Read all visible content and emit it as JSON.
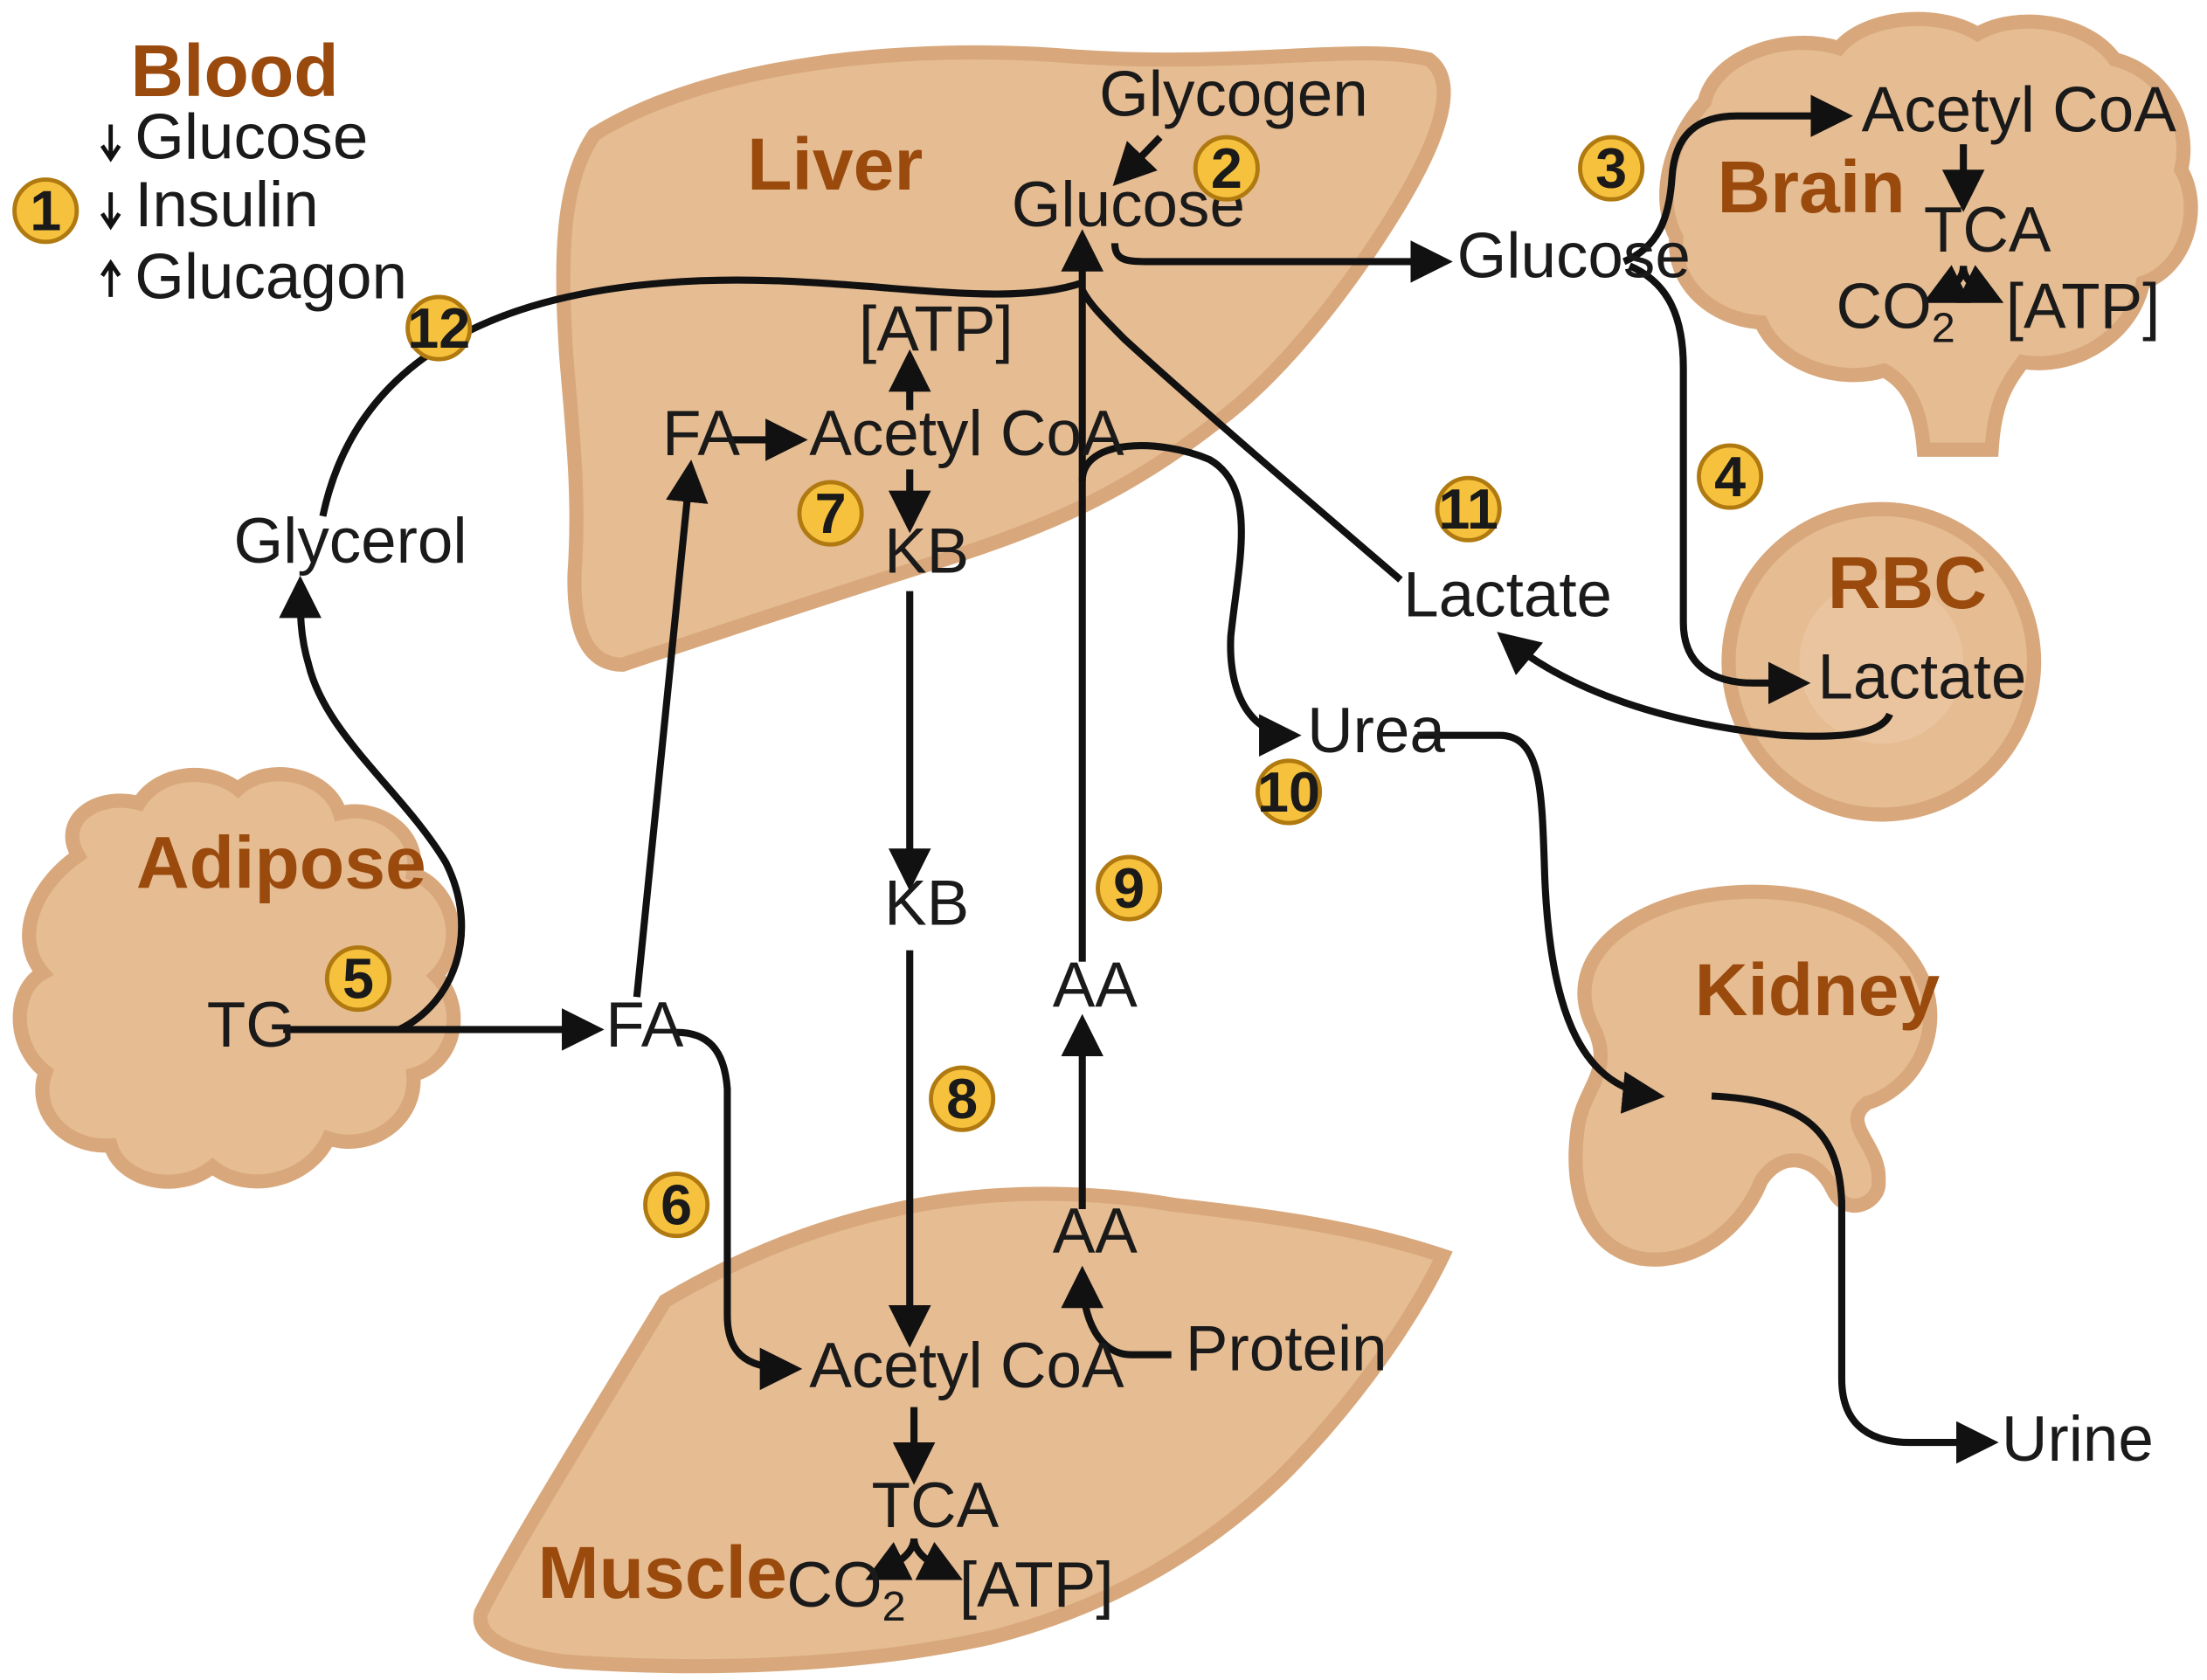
{
  "colors": {
    "tissue_fill": "#e6bc92",
    "tissue_edge": "#d8a87c",
    "organ_label": "#9a4a0c",
    "badge_fill": "#f6c23e",
    "badge_stroke": "#b07a10",
    "arrow": "#111111"
  },
  "legend": {
    "title": "Blood",
    "items": [
      {
        "direction": "down",
        "label": "Glucose"
      },
      {
        "direction": "down",
        "label": "Insulin"
      },
      {
        "direction": "up",
        "label": "Glucagon"
      }
    ]
  },
  "organs": {
    "liver": "Liver",
    "brain": "Brain",
    "rbc": "RBC",
    "adipose": "Adipose",
    "kidney": "Kidney",
    "muscle": "Muscle"
  },
  "metabolites": {
    "glycogen": "Glycogen",
    "liver_glucose": "Glucose",
    "blood_glucose": "Glucose",
    "brain_acetyl_coa": "Acetyl CoA",
    "brain_tca": "TCA",
    "brain_co2": "CO",
    "brain_atp": "[ATP]",
    "liver_atp": "[ATP]",
    "liver_fa": "FA",
    "liver_acetyl_coa": "Acetyl CoA",
    "liver_kb": "KB",
    "glycerol": "Glycerol",
    "lactate_blood": "Lactate",
    "lactate_rbc": "Lactate",
    "urea": "Urea",
    "blood_kb": "KB",
    "aa_blood": "AA",
    "tg": "TG",
    "blood_fa": "FA",
    "aa_muscle": "AA",
    "protein": "Protein",
    "muscle_acetyl_coa": "Acetyl CoA",
    "muscle_tca": "TCA",
    "muscle_co2": "CO",
    "muscle_atp": "[ATP]",
    "urine": "Urine",
    "subscript_2": "2"
  },
  "steps": [
    "1",
    "2",
    "3",
    "4",
    "5",
    "6",
    "7",
    "8",
    "9",
    "10",
    "11",
    "12"
  ]
}
